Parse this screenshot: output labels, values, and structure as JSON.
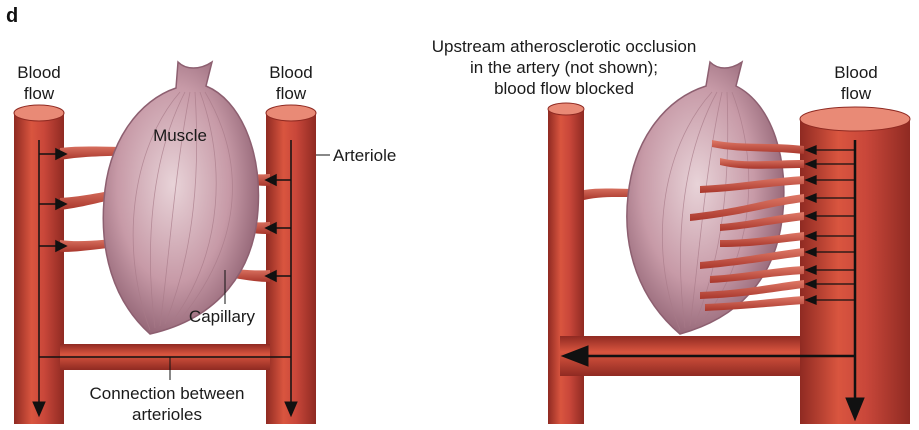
{
  "panel_letter": "d",
  "left_panel": {
    "blood_flow_left": [
      "Blood",
      "flow"
    ],
    "blood_flow_right": [
      "Blood",
      "flow"
    ],
    "muscle_label": "Muscle",
    "arteriole_label": "Arteriole",
    "capillary_label": "Capillary",
    "connection_label": [
      "Connection between",
      "arterioles"
    ]
  },
  "right_panel": {
    "occlusion_label": [
      "Upstream atherosclerotic occlusion",
      "in the artery (not shown);",
      "blood flow blocked"
    ],
    "blood_flow": [
      "Blood",
      "flow"
    ]
  },
  "colors": {
    "vessel_fill": "#c9473a",
    "vessel_dark": "#8f2a22",
    "vessel_light": "#e07a68",
    "muscle_fill": "#c9a3ae",
    "muscle_dark": "#8d5f70",
    "arrow": "#111111"
  }
}
